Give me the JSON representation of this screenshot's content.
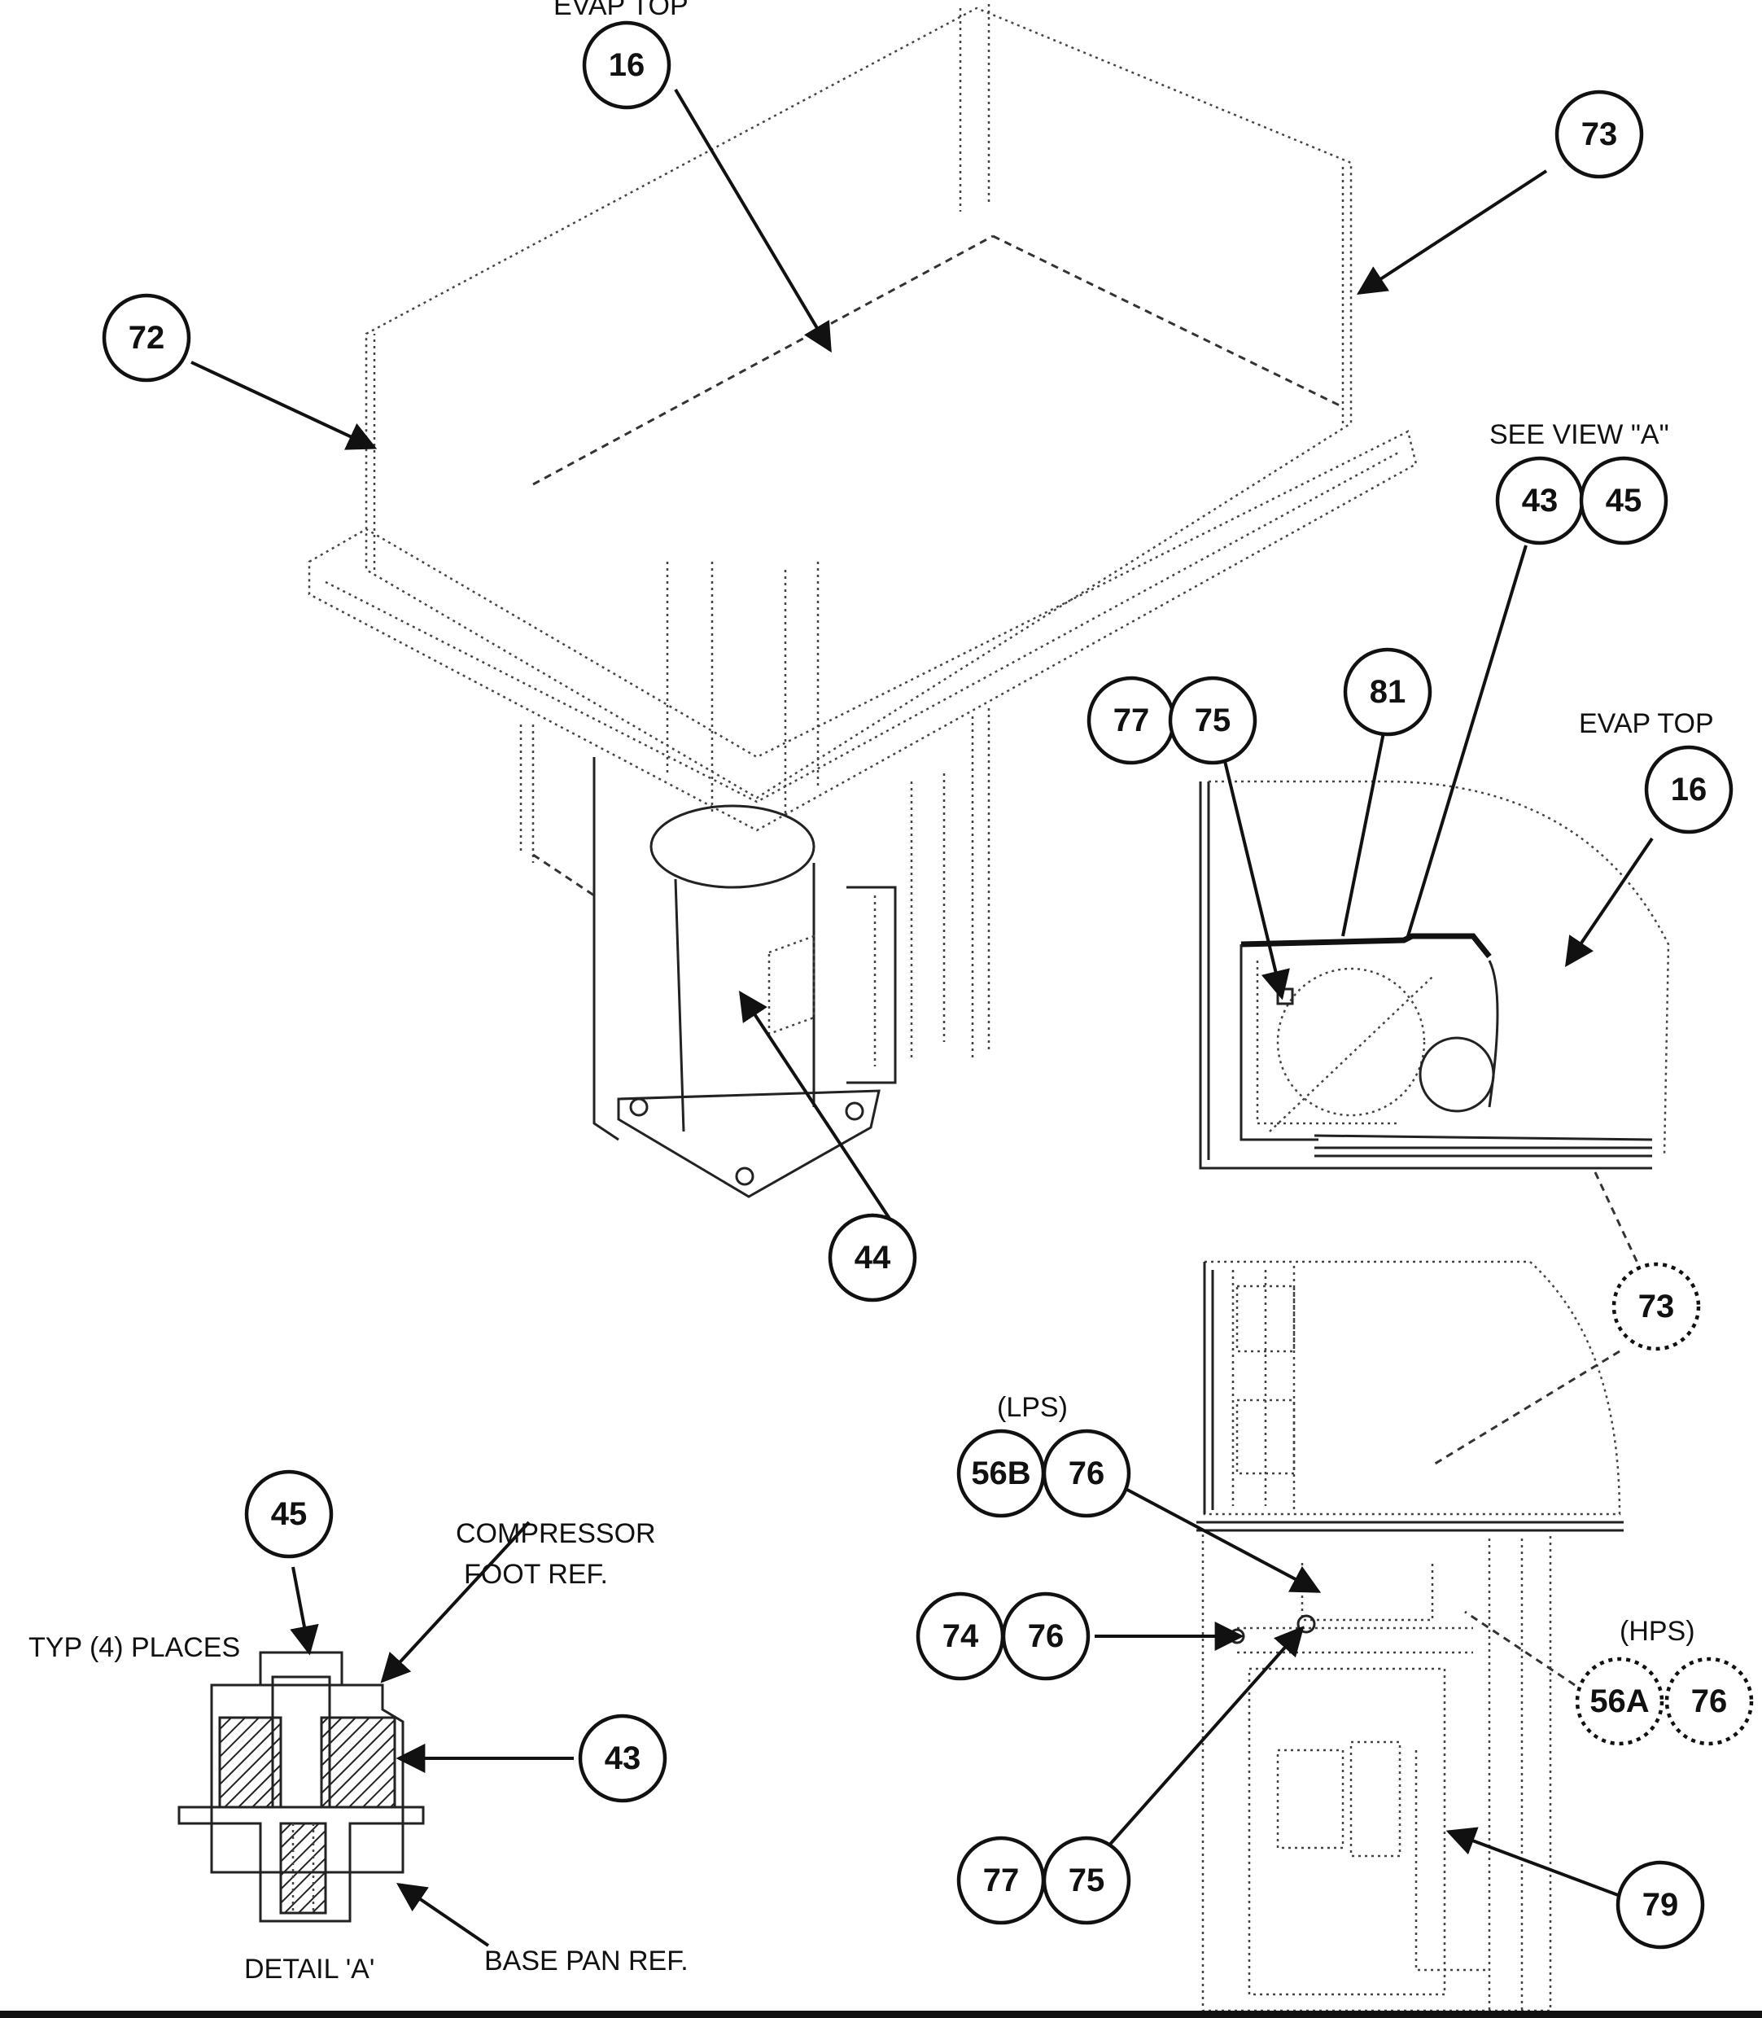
{
  "labels": {
    "evap_top_upper": "EVAP TOP",
    "see_view_a": "SEE VIEW \"A\"",
    "evap_top_right": "EVAP TOP",
    "lps": "(LPS)",
    "hps": "(HPS)",
    "compressor_foot_ref_1": "COMPRESSOR",
    "compressor_foot_ref_2": "FOOT REF.",
    "typ_places": "TYP (4) PLACES",
    "detail_a": "DETAIL 'A'",
    "base_pan_ref": "BASE PAN REF."
  },
  "balloons": {
    "b16_top": "16",
    "b73_top": "73",
    "b72": "72",
    "b43_view": "43",
    "b45_view": "45",
    "b81": "81",
    "b77_a": "77",
    "b75_a": "75",
    "b16_right": "16",
    "b44": "44",
    "b73_bottom": "73",
    "b56b": "56B",
    "b76_lps": "76",
    "b74": "74",
    "b76_mid": "76",
    "b56a": "56A",
    "b76_hps": "76",
    "b45_detail": "45",
    "b43_detail": "43",
    "b77_b": "77",
    "b75_b": "75",
    "b79": "79"
  }
}
